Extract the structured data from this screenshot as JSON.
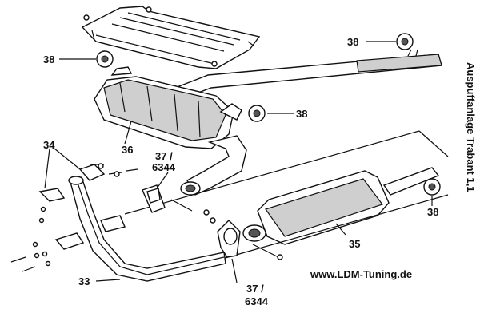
{
  "title": "Auspuffanlage Trabant 1,1",
  "website": "www.LDM-Tuning.de",
  "labels": {
    "l38_top_right": "38",
    "l38_left": "38",
    "l38_mid": "38",
    "l38_right": "38",
    "l34": "34",
    "l36": "36",
    "l37_upper_a": "37 /",
    "l37_upper_b": "6344",
    "l35": "35",
    "l33": "33",
    "l37_lower_a": "37 /",
    "l37_lower_b": "6344"
  },
  "colors": {
    "ink": "#111111",
    "paper": "#ffffff",
    "shade": "#cfcfcf"
  }
}
